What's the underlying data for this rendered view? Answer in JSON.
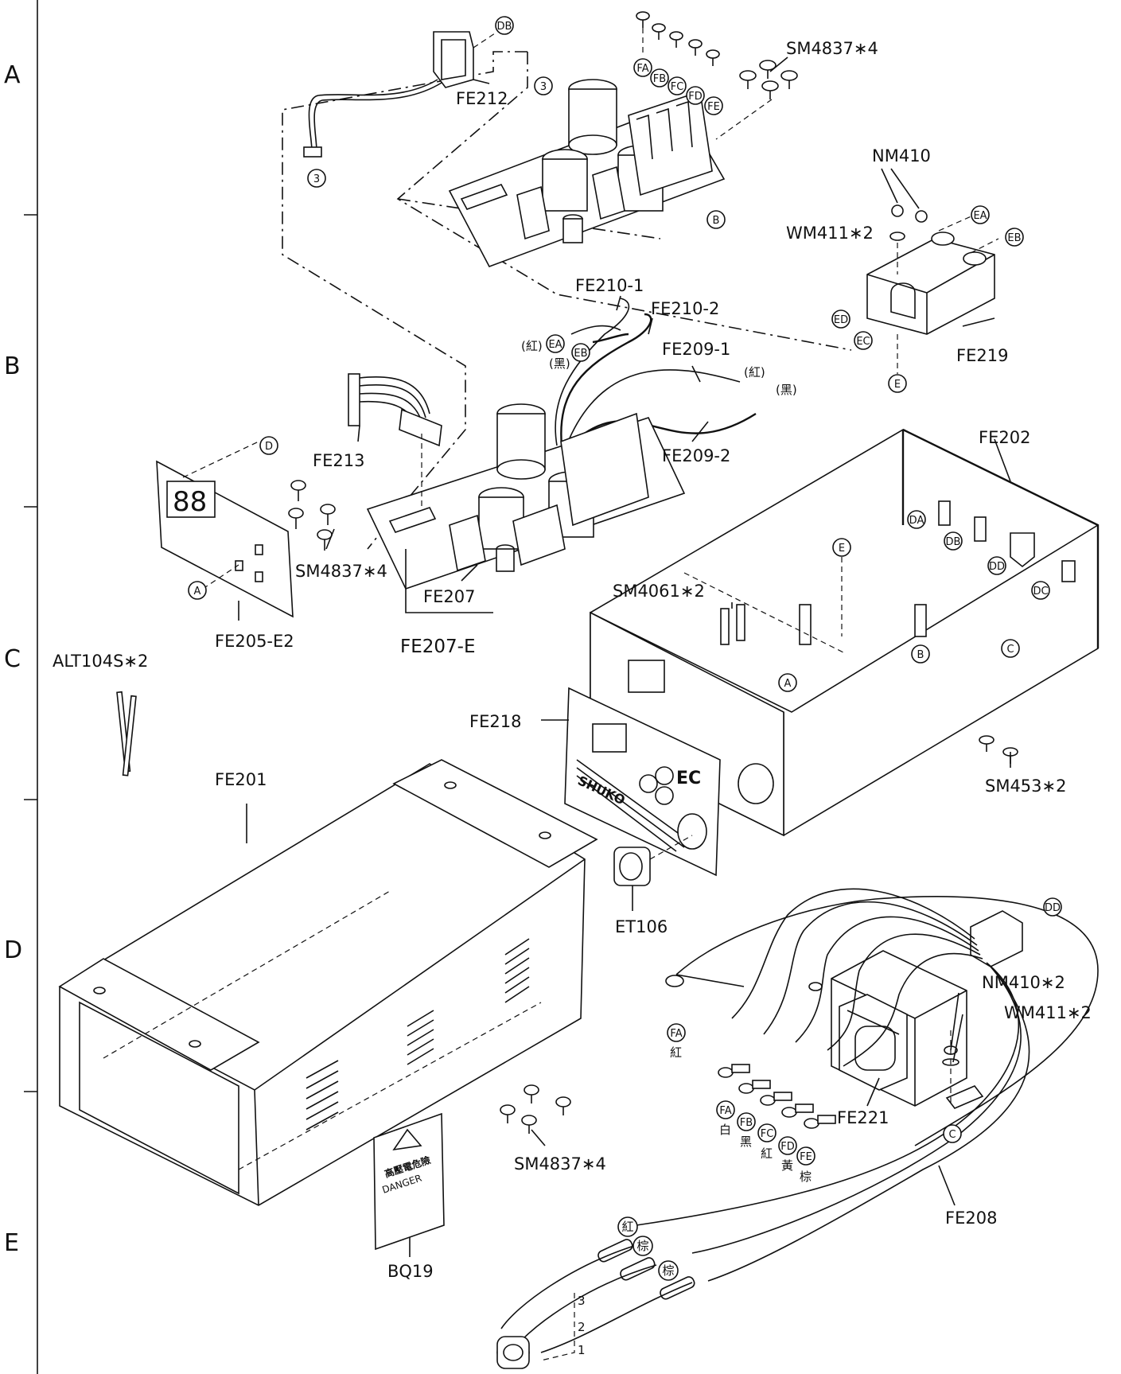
{
  "row_markers": [
    "A",
    "B",
    "C",
    "D",
    "E"
  ],
  "labels": [
    {
      "id": "fe212",
      "text": "FE212"
    },
    {
      "id": "sm4837_a",
      "text": "SM4837∗4"
    },
    {
      "id": "nm410",
      "text": "NM410"
    },
    {
      "id": "wm411",
      "text": "WM411∗2"
    },
    {
      "id": "fe210_1",
      "text": "FE210-1"
    },
    {
      "id": "fe210_2",
      "text": "FE210-2"
    },
    {
      "id": "fe209_1",
      "text": "FE209-1"
    },
    {
      "id": "fe209_2",
      "text": "FE209-2"
    },
    {
      "id": "fe219",
      "text": "FE219"
    },
    {
      "id": "fe213",
      "text": "FE213"
    },
    {
      "id": "fe202",
      "text": "FE202"
    },
    {
      "id": "sm4837_b",
      "text": "SM4837∗4"
    },
    {
      "id": "fe207",
      "text": "FE207"
    },
    {
      "id": "fe205",
      "text": "FE205-E2"
    },
    {
      "id": "fe207e",
      "text": "FE207-E"
    },
    {
      "id": "sm4061",
      "text": "SM4061∗2"
    },
    {
      "id": "alt104",
      "text": "ALT104S∗2"
    },
    {
      "id": "fe218",
      "text": "FE218"
    },
    {
      "id": "sm453",
      "text": "SM453∗2"
    },
    {
      "id": "fe201",
      "text": "FE201"
    },
    {
      "id": "et106",
      "text": "ET106"
    },
    {
      "id": "nm410x2",
      "text": "NM410∗2"
    },
    {
      "id": "wm411b",
      "text": "WM411∗2"
    },
    {
      "id": "fe221",
      "text": "FE221"
    },
    {
      "id": "sm4837_c",
      "text": "SM4837∗4"
    },
    {
      "id": "fe208",
      "text": "FE208"
    },
    {
      "id": "bq19",
      "text": "BQ19"
    }
  ],
  "circle_tags": [
    {
      "id": "c_db_top",
      "text": "DB"
    },
    {
      "id": "c_3_top",
      "text": "3"
    },
    {
      "id": "c_3_conn",
      "text": "3"
    },
    {
      "id": "c_fa",
      "text": "FA"
    },
    {
      "id": "c_fb",
      "text": "FB"
    },
    {
      "id": "c_fc",
      "text": "FC"
    },
    {
      "id": "c_fd",
      "text": "FD"
    },
    {
      "id": "c_fe",
      "text": "FE"
    },
    {
      "id": "c_b_board",
      "text": "B"
    },
    {
      "id": "c_ea_r",
      "text": "EA"
    },
    {
      "id": "c_eb_r",
      "text": "EB"
    },
    {
      "id": "c_ed",
      "text": "ED"
    },
    {
      "id": "c_ec",
      "text": "EC"
    },
    {
      "id": "c_e_fe219",
      "text": "E"
    },
    {
      "id": "c_ea_w",
      "text": "EA"
    },
    {
      "id": "c_eb_w",
      "text": "EB"
    },
    {
      "id": "c_d",
      "text": "D"
    },
    {
      "id": "c_a_panel",
      "text": "A"
    },
    {
      "id": "c_da",
      "text": "DA"
    },
    {
      "id": "c_db",
      "text": "DB"
    },
    {
      "id": "c_dd",
      "text": "DD"
    },
    {
      "id": "c_dc",
      "text": "DC"
    },
    {
      "id": "c_e_chassis",
      "text": "E"
    },
    {
      "id": "c_b_chassis",
      "text": "B"
    },
    {
      "id": "c_c_chassis",
      "text": "C"
    },
    {
      "id": "c_a_front",
      "text": "A"
    },
    {
      "id": "c_dd_conn",
      "text": "DD"
    },
    {
      "id": "c_fa_ground",
      "text": "FA"
    },
    {
      "id": "c_fa_t",
      "text": "FA"
    },
    {
      "id": "c_fb_t",
      "text": "FB"
    },
    {
      "id": "c_fc_t",
      "text": "FC"
    },
    {
      "id": "c_fd_t",
      "text": "FD"
    },
    {
      "id": "c_fe_t",
      "text": "FE"
    },
    {
      "id": "c_c_trans",
      "text": "C"
    }
  ],
  "color_marks": [
    {
      "id": "k_red_ea",
      "text": "(紅)"
    },
    {
      "id": "k_blk_eb",
      "text": "(黑)"
    },
    {
      "id": "k_red_209",
      "text": "(紅)"
    },
    {
      "id": "k_blk_209",
      "text": "(黑)"
    },
    {
      "id": "k_red_fa",
      "text": "紅"
    },
    {
      "id": "k_white",
      "text": "白"
    },
    {
      "id": "k_black",
      "text": "黑"
    },
    {
      "id": "k_red",
      "text": "紅"
    },
    {
      "id": "k_yellow",
      "text": "黃"
    },
    {
      "id": "k_brown",
      "text": "棕"
    },
    {
      "id": "k_red_sw",
      "text": "紅"
    },
    {
      "id": "k_brown_1",
      "text": "棕"
    },
    {
      "id": "k_brown_2",
      "text": "棕"
    }
  ],
  "pin_numbers": [
    "3",
    "2",
    "1"
  ],
  "panel_brand": "SHUKO",
  "panel_model": "EC",
  "warning_label": {
    "title": "高壓電危險",
    "word": "DANGER"
  }
}
